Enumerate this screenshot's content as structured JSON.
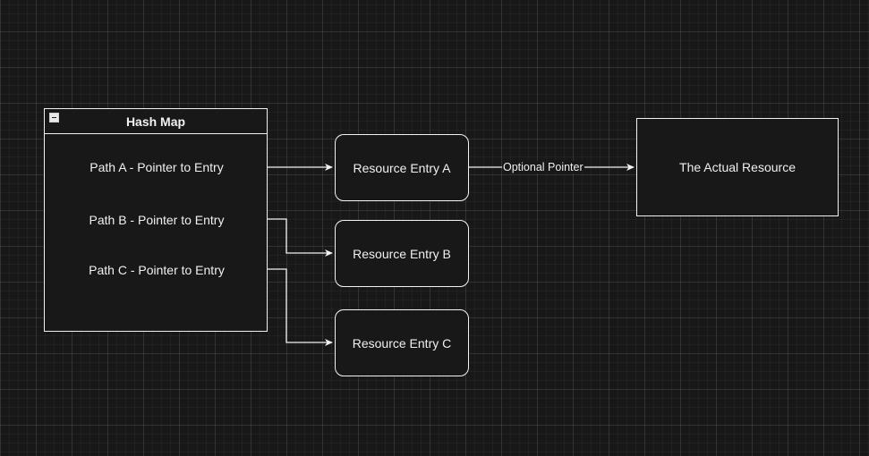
{
  "hash_map": {
    "title": "Hash Map",
    "rows": [
      "Path A - Pointer to Entry",
      "Path B - Pointer to Entry",
      "Path C - Pointer to Entry"
    ]
  },
  "entries": [
    "Resource Entry A",
    "Resource Entry B",
    "Resource Entry C"
  ],
  "resource": "The Actual Resource",
  "edge_label": "Optional Pointer",
  "colors": {
    "background": "#181818",
    "stroke": "#f2f2f2",
    "text": "#f0f0f0"
  }
}
